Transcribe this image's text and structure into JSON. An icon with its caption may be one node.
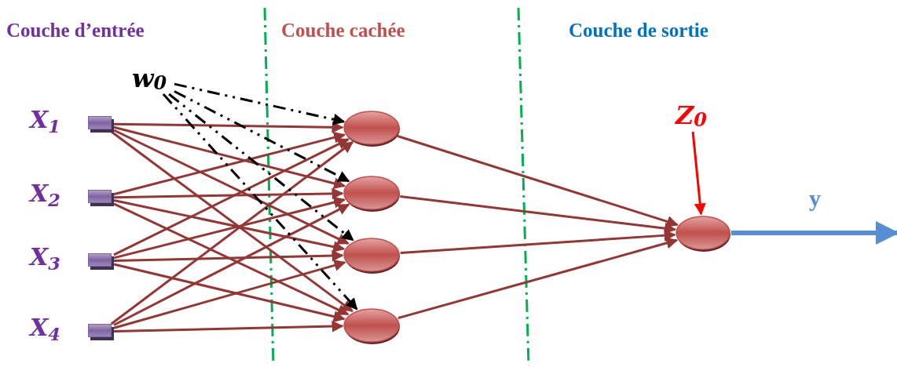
{
  "diagram": {
    "nodes": [
      {
        "text": [],
        "shape": "box",
        "beside": [
          "X$_{1}$"
        ]
      },
      {
        "text": [],
        "shape": "box",
        "beside": [
          "X$_{2}$"
        ]
      },
      {
        "text": [],
        "shape": "box",
        "beside": [
          "X$_{3}$"
        ]
      },
      {
        "text": [],
        "shape": "box",
        "beside": [
          "X$_{4}$"
        ]
      },
      {
        "text": [],
        "shape": "ellipse"
      },
      {
        "text": [],
        "shape": "ellipse"
      },
      {
        "text": [],
        "shape": "ellipse"
      },
      {
        "text": [],
        "shape": "ellipse"
      },
      {
        "text": [],
        "shape": "ellipse"
      },
      {
        "text": [
          "w$_{0}$"
        ]
      },
      {
        "text": [
          "Z$_{0}$"
        ]
      }
    ],
    "edges": [
      {
        "from": 0,
        "to": 4,
        "arrow": "to"
      },
      {
        "from": 0,
        "to": 5,
        "arrow": "to"
      },
      {
        "from": 0,
        "to": 6,
        "arrow": "to"
      },
      {
        "from": 0,
        "to": 7,
        "arrow": "to"
      },
      {
        "from": 1,
        "to": 4,
        "arrow": "to"
      },
      {
        "from": 1,
        "to": 5,
        "arrow": "to"
      },
      {
        "from": 1,
        "to": 6,
        "arrow": "to"
      },
      {
        "from": 1,
        "to": 7,
        "arrow": "to"
      },
      {
        "from": 2,
        "to": 4,
        "arrow": "to"
      },
      {
        "from": 2,
        "to": 5,
        "arrow": "to"
      },
      {
        "from": 2,
        "to": 6,
        "arrow": "to"
      },
      {
        "from": 2,
        "to": 7,
        "arrow": "to"
      },
      {
        "from": 3,
        "to": 4,
        "arrow": "to"
      },
      {
        "from": 3,
        "to": 5,
        "arrow": "to"
      },
      {
        "from": 3,
        "to": 6,
        "arrow": "to"
      },
      {
        "from": 3,
        "to": 7,
        "arrow": "to"
      },
      {
        "from": 4,
        "to": 8,
        "arrow": "to"
      },
      {
        "from": 5,
        "to": 8,
        "arrow": "to"
      },
      {
        "from": 6,
        "to": 8,
        "arrow": "to"
      },
      {
        "from": 7,
        "to": 8,
        "arrow": "to"
      },
      {
        "from": 9,
        "to": 4,
        "arrow": "to",
        "style": "dashed",
        "color": "#000000"
      },
      {
        "from": 9,
        "to": 5,
        "arrow": "to",
        "style": "dashed",
        "color": "#000000"
      },
      {
        "from": 9,
        "to": 6,
        "arrow": "to",
        "style": "dashed",
        "color": "#000000"
      },
      {
        "from": 9,
        "to": 7,
        "arrow": "to",
        "style": "dashed",
        "color": "#000000"
      },
      {
        "from": 10,
        "to": 8,
        "arrow": "to",
        "color": "#ff0000"
      },
      {
        "from": 8,
        "to": null,
        "arrow": "to",
        "label": "y",
        "style": "thick",
        "color": "#558ed5"
      }
    ],
    "labels": [
      "Couche d’entrée",
      "Couche cachée",
      "Couche de sortie"
    ]
  }
}
